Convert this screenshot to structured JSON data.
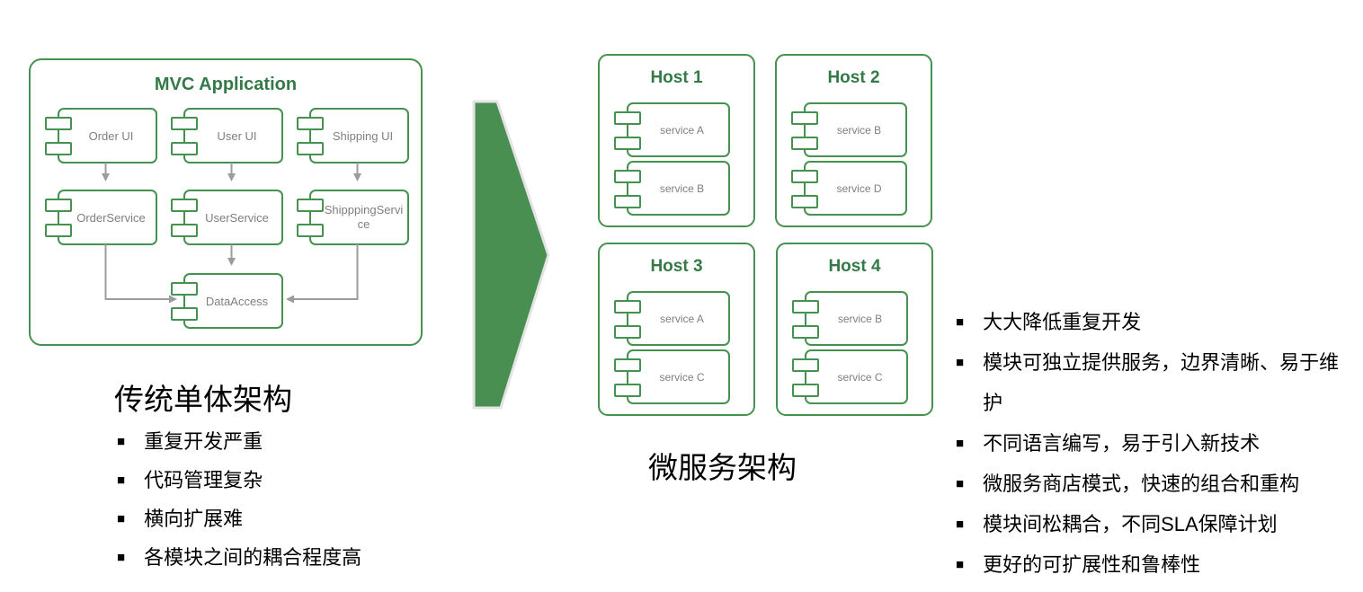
{
  "colors": {
    "green_border": "#45914F",
    "green_title": "#337A47",
    "arrow_fill": "#4A8F52",
    "arrow_outline": "#E4E4E4",
    "component_text": "#7F7F7F",
    "connector_gray": "#9C9C9C",
    "list_text": "#000000"
  },
  "bullet_char": "■",
  "monolith": {
    "title": "MVC Application",
    "components": {
      "order_ui": "Order UI",
      "user_ui": "User UI",
      "shipping_ui": "Shipping UI",
      "order_service": "OrderService",
      "user_service": "UserService",
      "shipping_service": "ShipppingService",
      "data_access": "DataAccess"
    },
    "caption": "传统单体架构",
    "drawbacks": [
      "重复开发严重",
      "代码管理复杂",
      "横向扩展难",
      "各模块之间的耦合程度高"
    ]
  },
  "microservices": {
    "caption": "微服务架构",
    "hosts": [
      {
        "name": "Host 1",
        "services": [
          "service A",
          "service B"
        ]
      },
      {
        "name": "Host 2",
        "services": [
          "service B",
          "service D"
        ]
      },
      {
        "name": "Host 3",
        "services": [
          "service A",
          "service C"
        ]
      },
      {
        "name": "Host 4",
        "services": [
          "service B",
          "service C"
        ]
      }
    ],
    "benefits": [
      "大大降低重复开发",
      "模块可独立提供服务，边界清晰、易于维护",
      "不同语言编写，易于引入新技术",
      "微服务商店模式，快速的组合和重构",
      "模块间松耦合，不同SLA保障计划",
      "更好的可扩展性和鲁棒性"
    ]
  }
}
